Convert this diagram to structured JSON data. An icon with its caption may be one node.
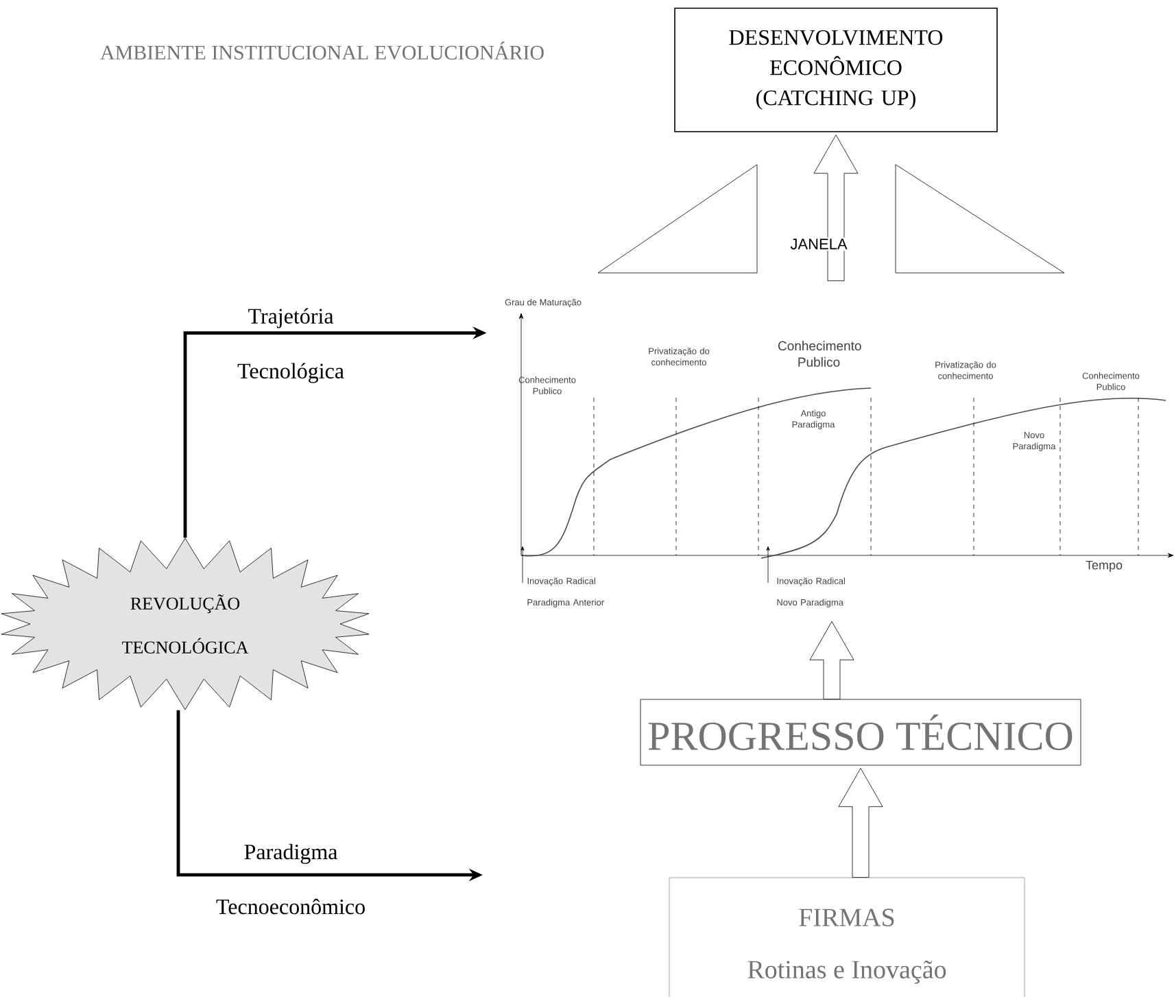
{
  "diagram": {
    "nodes": [
      {
        "text": [
          "DESENVOLVIMENTO ECONÔMICO (CATCHING UP)"
        ]
      },
      {
        "text": [
          "REVOLUÇÃO TECNOLÓGICA"
        ]
      },
      {
        "text": [],
        "shape": "picture"
      },
      {
        "text": [
          "PROGRESSO TÉCNICO"
        ]
      },
      {
        "text": [
          "FIRMAS",
          "Rotinas e Inovação"
        ]
      }
    ],
    "edges": [
      {
        "from": 2,
        "to": 0,
        "arrow": "to",
        "label": "JANELA"
      },
      {
        "from": 1,
        "to": 2,
        "arrow": "to",
        "label": "Trajetória Tecnológica"
      },
      {
        "from": 1,
        "to": null,
        "arrow": "to",
        "label": "Paradigma Tecnoeconômico"
      },
      {
        "from": 3,
        "to": 2,
        "arrow": "to"
      },
      {
        "from": 4,
        "to": 3,
        "arrow": "to"
      }
    ],
    "labels": [
      "AMBIENTE INSTITUCIONAL EVOLUCIONÁRIO",
      "Grau de Maturação",
      "Conhecimento Publico",
      "Privatização do conhecimento",
      "Privatização do conhecimento",
      "Conhecimento Publico",
      "Conhecimento Publico",
      "Antigo Paradigma",
      "Novo Paradigma",
      "Tempo",
      "Inovação Radical Paradigma Anterior",
      "Inovação Radical Novo Paradigma"
    ]
  }
}
